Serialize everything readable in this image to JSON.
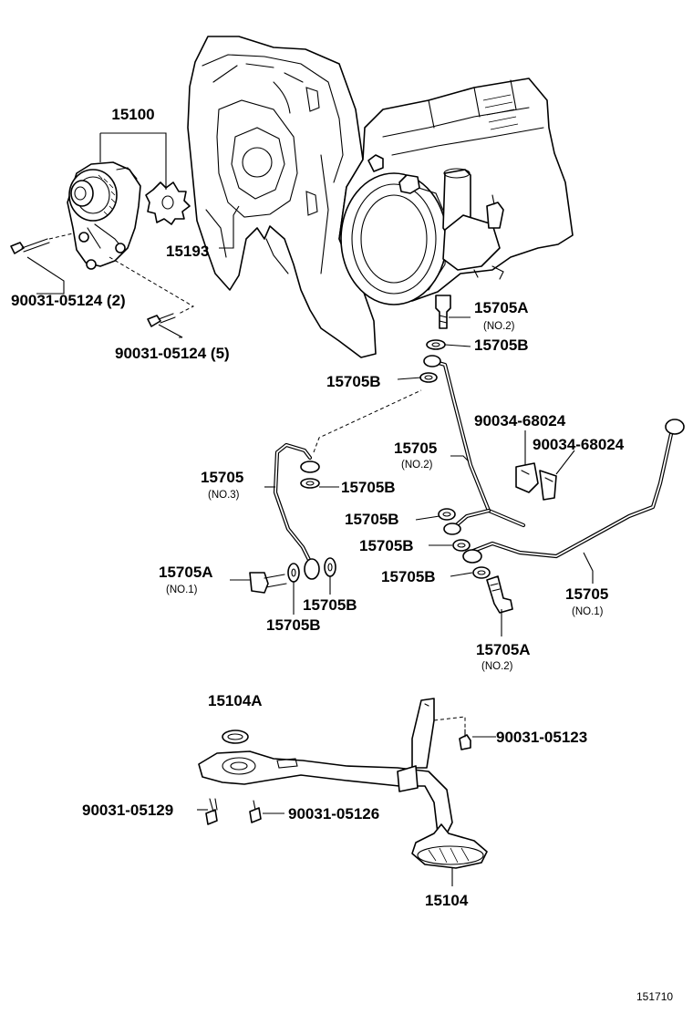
{
  "parts": {
    "p15100": "15100",
    "p15193": "15193",
    "bolt_2": "90031-05124 (2)",
    "bolt_5": "90031-05124 (5)",
    "a_top": "15705A",
    "a_top_sub": "(NO.2)",
    "b_top1": "15705B",
    "b_top2": "15705B",
    "pipe_no2": "15705",
    "pipe_no2_sub": "(NO.2)",
    "clamp1": "90034-68024",
    "clamp2": "90034-68024",
    "pipe_no3": "15705",
    "pipe_no3_sub": "(NO.3)",
    "b_mid1": "15705B",
    "b_mid2": "15705B",
    "b_mid3": "15705B",
    "b_mid4": "15705B",
    "a_no1": "15705A",
    "a_no1_sub": "(NO.1)",
    "b_low1": "15705B",
    "b_low2": "15705B",
    "pipe_no1": "15705",
    "pipe_no1_sub": "(NO.1)",
    "a_bottom": "15705A",
    "a_bottom_sub": "(NO.2)",
    "p15104a": "15104A",
    "bolt_05123": "90031-05123",
    "bolt_05129": "90031-05129",
    "bolt_05126": "90031-05126",
    "p15104": "15104"
  },
  "drawing_ref": "151710"
}
